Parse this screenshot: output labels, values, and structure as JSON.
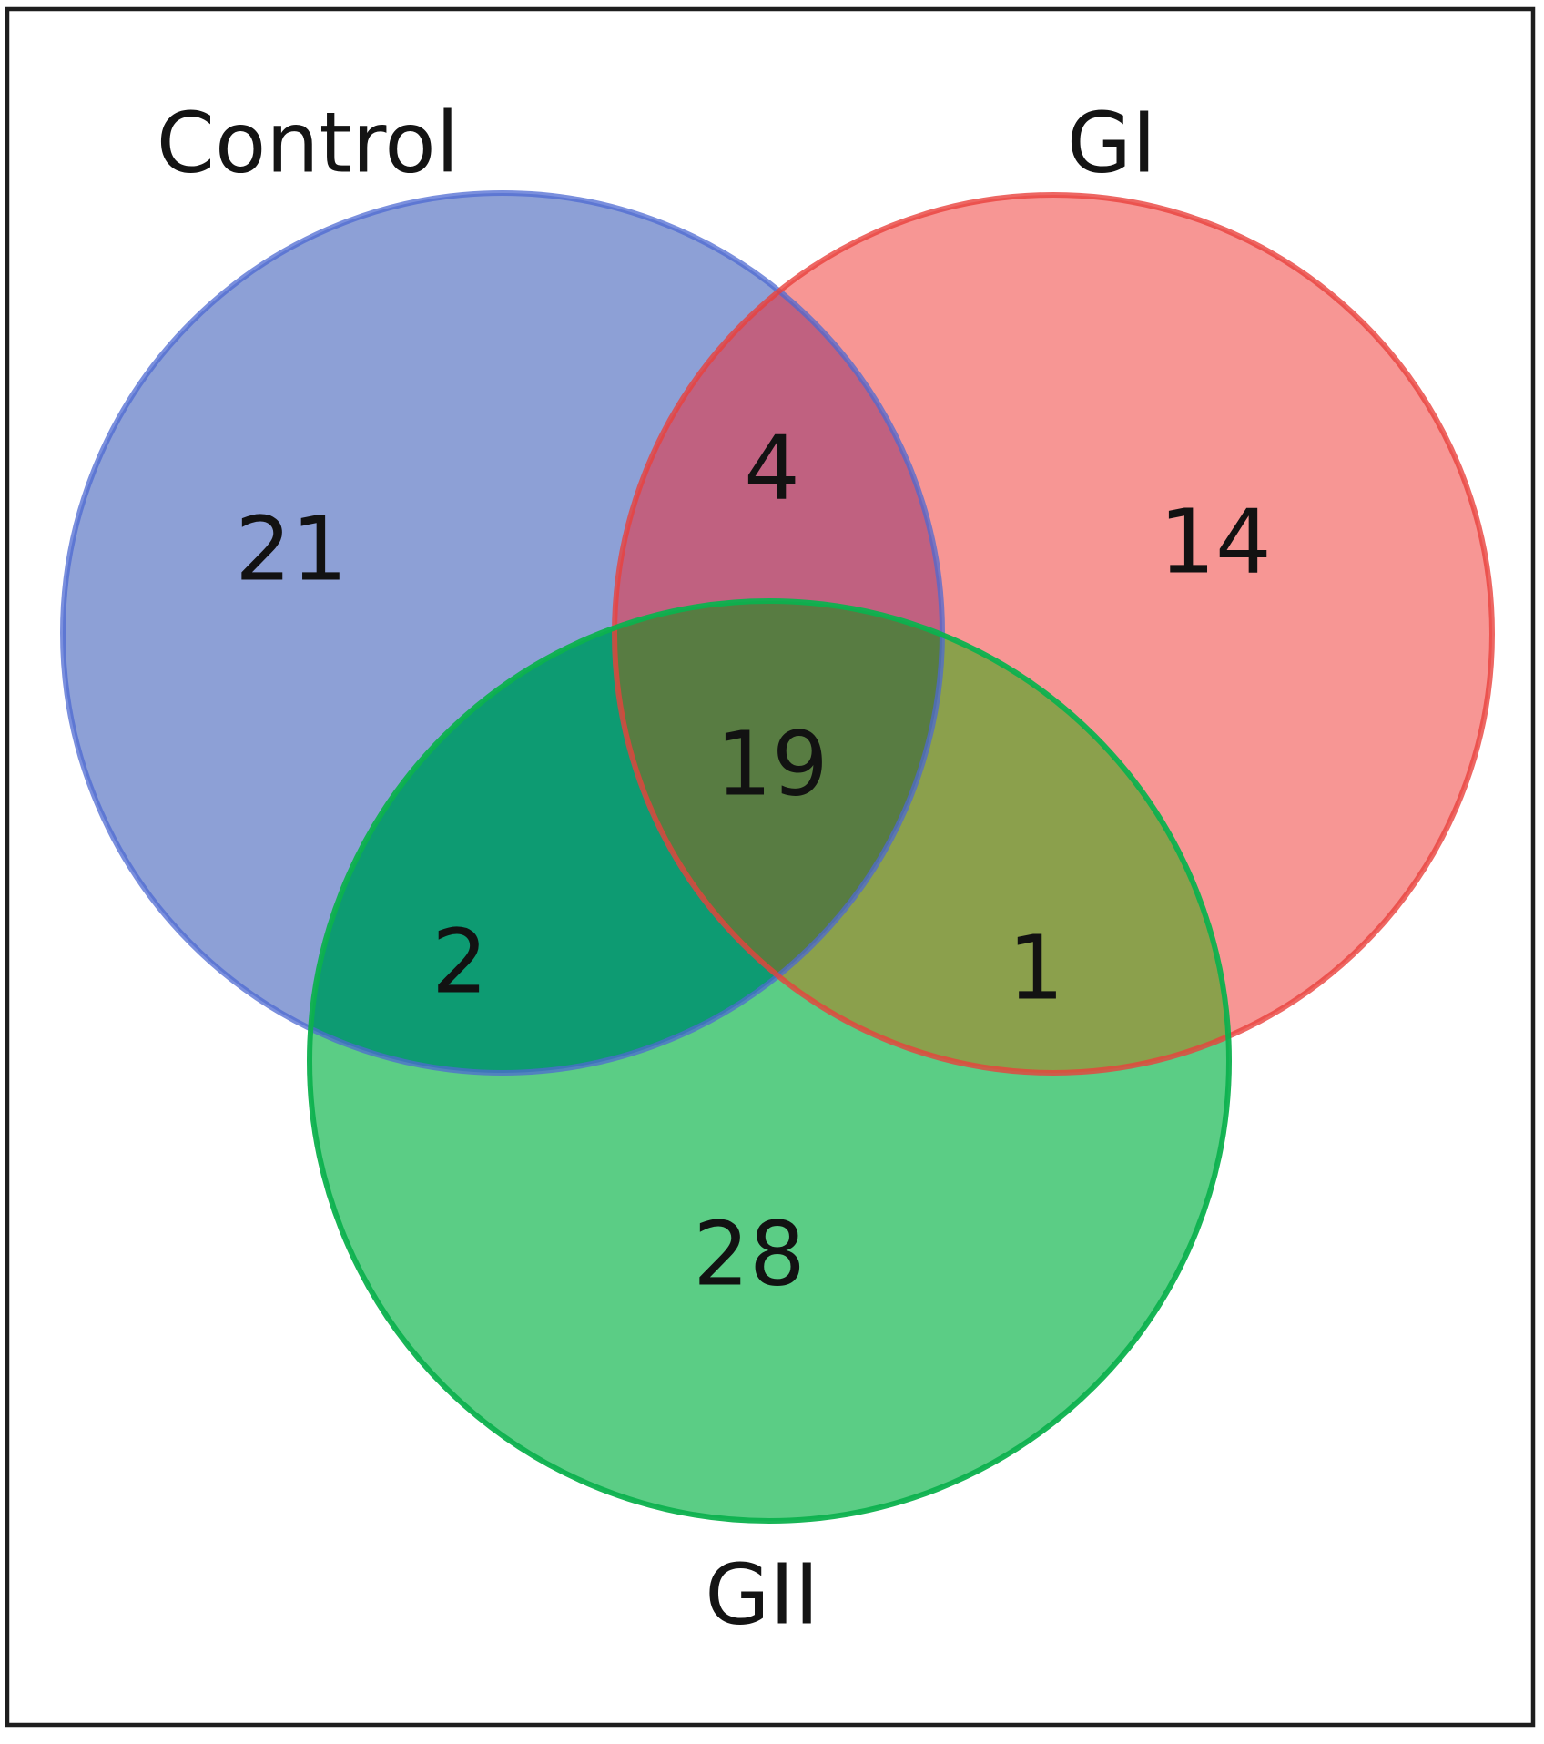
{
  "figure": {
    "kind": "venn-diagram-figure",
    "description": "Three-set Venn diagram comparing Control, GI and GII groups"
  },
  "chart_data": {
    "type": "venn",
    "set_labels": [
      "Control",
      "GI",
      "GII"
    ],
    "regions": [
      {
        "sets": [
          "Control"
        ],
        "value": "21"
      },
      {
        "sets": [
          "GI"
        ],
        "value": "14"
      },
      {
        "sets": [
          "GII"
        ],
        "value": "28"
      },
      {
        "sets": [
          "Control",
          "GI"
        ],
        "value": "4"
      },
      {
        "sets": [
          "Control",
          "GII"
        ],
        "value": "2"
      },
      {
        "sets": [
          "GI",
          "GII"
        ],
        "value": "1"
      },
      {
        "sets": [
          "Control",
          "GI",
          "GII"
        ],
        "value": "19"
      }
    ],
    "legend_position": "labels-outside-circles",
    "colors": {
      "control_fill": "#8da0d6",
      "gi_fill": "#f79694",
      "gii_fill": "#5bcd85",
      "control_stroke": "#4e6ad1",
      "gi_stroke": "#e8413c",
      "gii_stroke": "#0db14e",
      "control_gi_overlap": "#c06180",
      "control_gii_overlap": "#0d9b72",
      "gi_gii_overlap": "#8ba04c",
      "triple_overlap": "#587c42",
      "text": "#141414",
      "frame": "#1e1e1e"
    }
  }
}
